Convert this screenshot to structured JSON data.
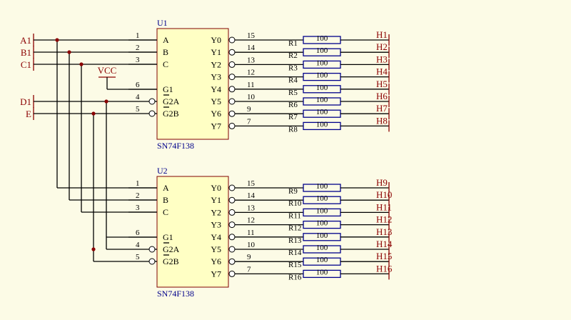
{
  "colors": {
    "background": "#fcfbe6",
    "chip_fill": "#ffffc4",
    "chip_border": "#800000",
    "chip_label": "#00008b",
    "net_label": "#8b0000",
    "resistor": "#00008b",
    "wire": "#000000"
  },
  "vcc_label": "VCC",
  "inputs": [
    "A1",
    "B1",
    "C1",
    "D1",
    "E"
  ],
  "chips": [
    {
      "designator": "U1",
      "part": "SN74F138",
      "left_pins": [
        {
          "num": "1",
          "name": "A"
        },
        {
          "num": "2",
          "name": "B"
        },
        {
          "num": "3",
          "name": "C"
        },
        {
          "num": "6",
          "name": "G1"
        },
        {
          "num": "4",
          "name": "G2A",
          "bar": "G"
        },
        {
          "num": "5",
          "name": "G2B",
          "bar": "G"
        }
      ],
      "right_pins": [
        {
          "num": "15",
          "name": "Y0"
        },
        {
          "num": "14",
          "name": "Y1"
        },
        {
          "num": "13",
          "name": "Y2"
        },
        {
          "num": "12",
          "name": "Y3"
        },
        {
          "num": "11",
          "name": "Y4"
        },
        {
          "num": "10",
          "name": "Y5"
        },
        {
          "num": "9",
          "name": "Y6"
        },
        {
          "num": "7",
          "name": "Y7"
        }
      ],
      "resistors": [
        "R1",
        "R2",
        "R3",
        "R4",
        "R5",
        "R6",
        "R7",
        "R8"
      ],
      "outputs": [
        "H1",
        "H2",
        "H3",
        "H4",
        "H5",
        "H6",
        "H7",
        "H8"
      ]
    },
    {
      "designator": "U2",
      "part": "SN74F138",
      "left_pins": [
        {
          "num": "1",
          "name": "A"
        },
        {
          "num": "2",
          "name": "B"
        },
        {
          "num": "3",
          "name": "C"
        },
        {
          "num": "6",
          "name": "G1"
        },
        {
          "num": "4",
          "name": "G2A",
          "bar": "G"
        },
        {
          "num": "5",
          "name": "G2B",
          "bar": "G"
        }
      ],
      "right_pins": [
        {
          "num": "15",
          "name": "Y0"
        },
        {
          "num": "14",
          "name": "Y1"
        },
        {
          "num": "13",
          "name": "Y2"
        },
        {
          "num": "12",
          "name": "Y3"
        },
        {
          "num": "11",
          "name": "Y4"
        },
        {
          "num": "10",
          "name": "Y5"
        },
        {
          "num": "9",
          "name": "Y6"
        },
        {
          "num": "7",
          "name": "Y7"
        }
      ],
      "resistors": [
        "R9",
        "R10",
        "R11",
        "R12",
        "R13",
        "R14",
        "R15",
        "R16"
      ],
      "outputs": [
        "H9",
        "H10",
        "H11",
        "H12",
        "H13",
        "H14",
        "H15",
        "H16"
      ]
    }
  ],
  "resistor_value": "100"
}
